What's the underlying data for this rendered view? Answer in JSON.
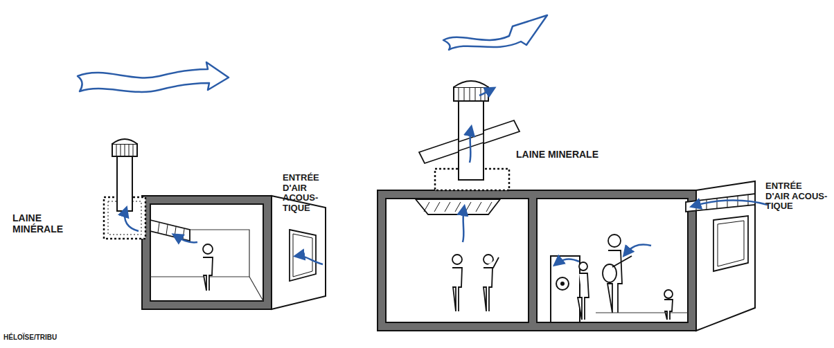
{
  "diagram": {
    "labels": [
      "LAINE MINÉRALE",
      "ENTRÉE D'AIR ACOUS- TIQUE",
      "LAINE MINERALE",
      "ENTRÉE D'AIR ACOUS- TIQUE",
      "HÉLOÏSE/TRIBU"
    ]
  }
}
